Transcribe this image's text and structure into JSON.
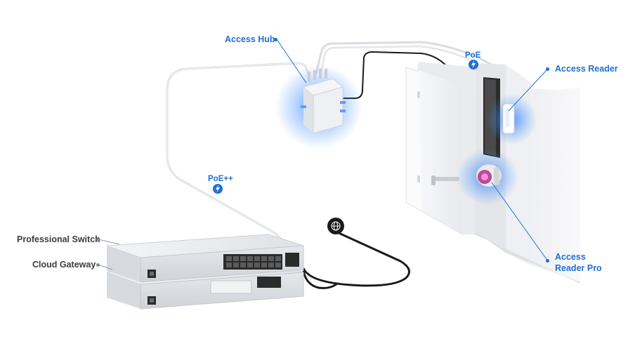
{
  "diagram": {
    "labels": {
      "access_hub": "Access Hub",
      "access_reader": "Access Reader",
      "access_reader_pro_line1": "Access",
      "access_reader_pro_line2": "Reader Pro",
      "professional_switch": "Professional Switch",
      "cloud_gateway": "Cloud Gateway",
      "poe": "PoE",
      "poe_plus_plus": "PoE++"
    },
    "icons": {
      "poe_badge": "lightning-bolt-icon",
      "poe_plus_plus_badge": "lightning-bolt-icon",
      "internet": "globe-icon"
    },
    "colors": {
      "accent": "#1f6fd6",
      "glow": "#3d8bff",
      "device": "#e9ebef",
      "cable": "#d8dbe0",
      "dark_cable": "#1a1a1a"
    }
  }
}
